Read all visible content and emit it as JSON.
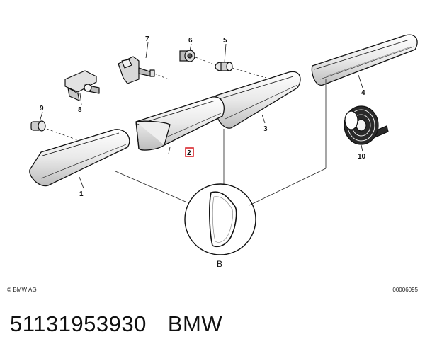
{
  "diagram": {
    "callouts": {
      "p1": "1",
      "p2": "2",
      "p3": "3",
      "p4": "4",
      "p5": "5",
      "p6": "6",
      "p7": "7",
      "p8": "8",
      "p9": "9",
      "p10": "10"
    },
    "detail_label": "B",
    "highlight_color": "#d9262c"
  },
  "copyright": "© BMW AG",
  "doc_number": "00006095",
  "footer": {
    "part_number": "51131953930",
    "brand": "BMW"
  }
}
